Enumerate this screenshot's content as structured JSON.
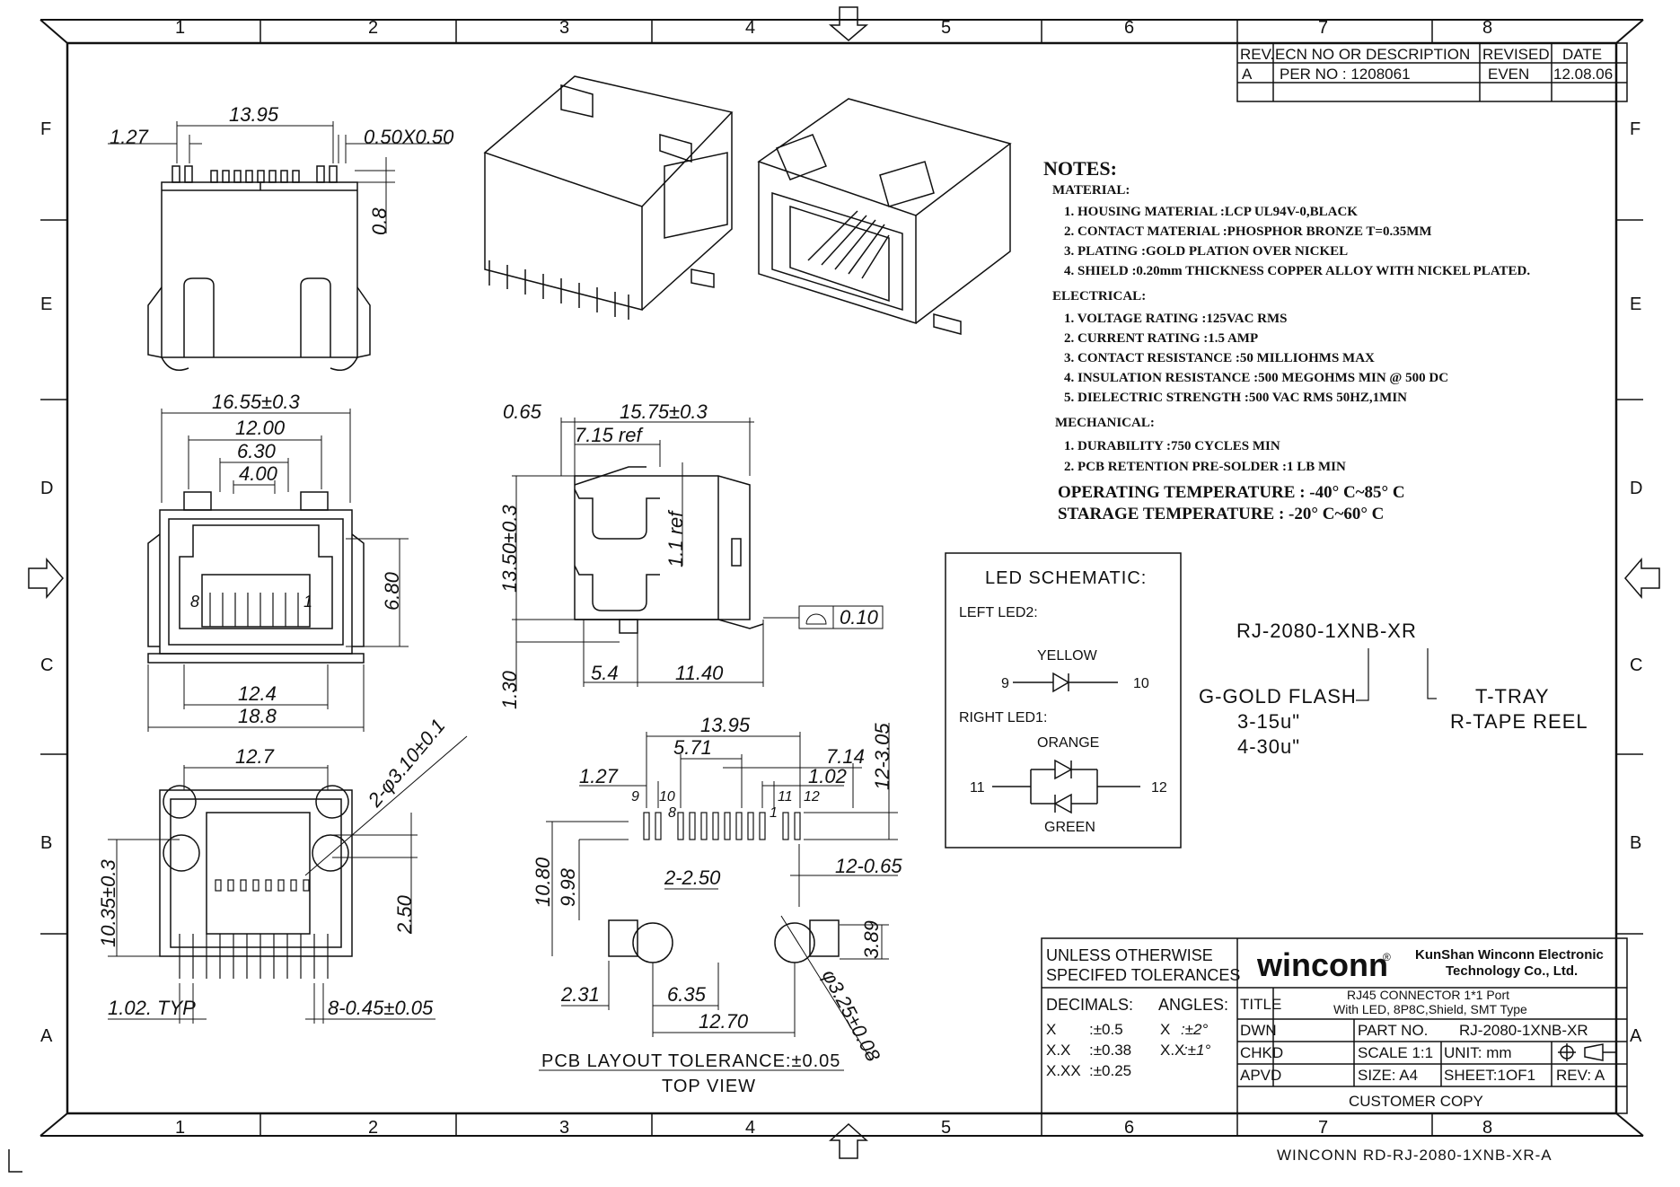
{
  "zones": {
    "columns": [
      "1",
      "2",
      "3",
      "4",
      "5",
      "6",
      "7",
      "8"
    ],
    "rows": [
      "F",
      "E",
      "D",
      "C",
      "B",
      "A"
    ]
  },
  "revision_table": {
    "headers": [
      "REV.",
      "ECN NO OR DESCRIPTION",
      "REVISED",
      "DATE"
    ],
    "rows": [
      [
        "A",
        "PER NO : 1208061",
        "EVEN",
        "12.08.06"
      ]
    ]
  },
  "notes": {
    "title": "NOTES:",
    "sections": [
      {
        "heading": "MATERIAL:",
        "items": [
          "1. HOUSING MATERIAL :LCP  UL94V-0,BLACK",
          "2. CONTACT MATERIAL :PHOSPHOR BRONZE T=0.35MM",
          "3. PLATING :GOLD PLATION OVER NICKEL",
          "4. SHIELD :0.20mm THICKNESS COPPER ALLOY WITH NICKEL PLATED."
        ]
      },
      {
        "heading": "ELECTRICAL:",
        "items": [
          "1. VOLTAGE RATING :125VAC RMS",
          "2. CURRENT RATING :1.5 AMP",
          "3. CONTACT RESISTANCE :50 MILLIOHMS MAX",
          "4. INSULATION RESISTANCE :500 MEGOHMS MIN @ 500 DC",
          "5. DIELECTRIC STRENGTH :500 VAC RMS 50HZ,1MIN"
        ]
      },
      {
        "heading": "MECHANICAL:",
        "items": [
          "1. DURABILITY :750 CYCLES MIN",
          "2. PCB RETENTION PRE-SOLDER :1 LB MIN"
        ]
      }
    ],
    "operating_temp": "OPERATING TEMPERATURE :  -40° C~85° C",
    "storage_temp": "STARAGE TEMPERATURE : -20° C~60° C"
  },
  "led_schematic": {
    "title": "LED SCHEMATIC:",
    "left_label": "LEFT LED2:",
    "left_color": "YELLOW",
    "pin_9": "9",
    "pin_10": "10",
    "right_label": "RIGHT LED1:",
    "right_color_top": "ORANGE",
    "right_color_bottom": "GREEN",
    "pin_11": "11",
    "pin_12": "12"
  },
  "part_code": {
    "code": "RJ-2080-1XNB-XR",
    "plating_title": "G-GOLD FLASH",
    "plating_options": [
      "3-15u\"",
      "4-30u\""
    ],
    "packing_title": "T-TRAY",
    "packing_option": "R-TAPE REEL"
  },
  "dims": {
    "top_13_95": "13.95",
    "top_1_27": "1.27",
    "top_050": "0.50X0.50",
    "top_0_8": "0.8",
    "front_16_55": "16.55±0.3",
    "front_12_00": "12.00",
    "front_6_30": "6.30",
    "front_4_00": "4.00",
    "front_6_80": "6.80",
    "front_12_4": "12.4",
    "front_18_8": "18.8",
    "front_pin8": "8",
    "front_pin1": "1",
    "side_0_65": "0.65",
    "side_15_75": "15.75±0.3",
    "side_7_15": "7.15 ref",
    "side_13_50": "13.50±0.3",
    "side_1_1": "1.1 ref",
    "side_0_10": "0.10",
    "side_1_30": "1.30",
    "side_5_4": "5.4",
    "side_11_40": "11.40",
    "bot_12_7": "12.7",
    "bot_hole": "2-φ3.10±0.1",
    "bot_10_35": "10.35±0.3",
    "bot_2_50": "2.50",
    "bot_1_02typ": "1.02. TYP",
    "bot_pins": "8-0.45±0.05",
    "pcb_13_95": "13.95",
    "pcb_5_71": "5.71",
    "pcb_7_14": "7.14",
    "pcb_1_27": "1.27",
    "pcb_1_02": "1.02",
    "pcb_12_305": "12-3.05",
    "pcb_10_80": "10.80",
    "pcb_9_98": "9.98",
    "pcb_2_250": "2-2.50",
    "pcb_12_065": "12-0.65",
    "pcb_3_89": "3.89",
    "pcb_2_31": "2.31",
    "pcb_6_35": "6.35",
    "pcb_12_70": "12.70",
    "pcb_325": "φ3.25±0.08",
    "pcb_p9": "9",
    "pcb_p10": "10",
    "pcb_p8": "8",
    "pcb_p1": "1",
    "pcb_p11": "11",
    "pcb_p12": "12",
    "pcb_caption": "PCB LAYOUT   TOLERANCE:±0.05",
    "pcb_view": "TOP VIEW"
  },
  "title_block": {
    "tol_title_1": "UNLESS OTHERWISE",
    "tol_title_2": "SPECIFED TOLERANCES",
    "decimals": "DECIMALS:",
    "angles": "ANGLES:",
    "tol_rows": [
      [
        "X",
        ":±0.5",
        "X",
        ":±2°"
      ],
      [
        "X.X",
        ":±0.38",
        "X.X",
        ":±1°"
      ],
      [
        "X.XX",
        ":±0.25",
        "",
        ""
      ]
    ],
    "brand": "winconn",
    "registered": "®",
    "company_1": "KunShan Winconn Electronic",
    "company_2": "Technology Co., Ltd.",
    "title_label": "TITLE",
    "title_1": "RJ45 CONNECTOR  1*1 Port",
    "title_2": "With LED, 8P8C,Shield, SMT Type",
    "dwn": "DWN",
    "chkd": "CHKD",
    "apvd": "APVD",
    "part_no_label": "PART NO.",
    "part_no": "RJ-2080-1XNB-XR",
    "scale": "SCALE 1:1",
    "unit": "UNIT:    mm",
    "size": "SIZE:  A4",
    "sheet": "SHEET:1OF1",
    "rev": "REV: A",
    "customer_copy": "CUSTOMER COPY"
  },
  "drawing_number": "WINCONN RD-RJ-2080-1XNB-XR-A"
}
